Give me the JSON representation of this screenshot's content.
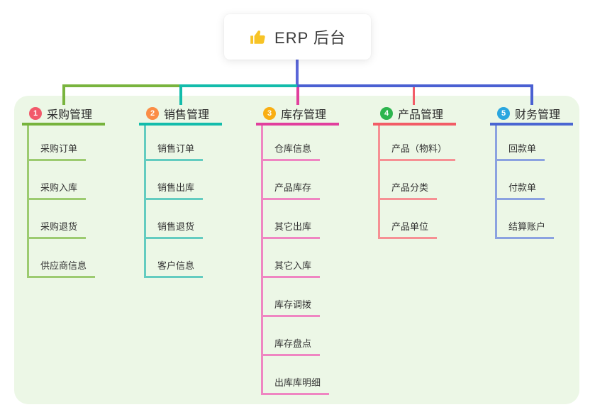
{
  "root": {
    "icon_name": "thumbs-up-icon",
    "title": "ERP 后台"
  },
  "connectors": {
    "root_line": "#5a66d8",
    "bus_green": "#79b43e",
    "bus_teal": "#13bcab",
    "bus_blue": "#4a60d2",
    "drop_magenta": "#e13f9d",
    "drop_red": "#f25d68"
  },
  "panel_color": "#ecf7e6",
  "branches": [
    {
      "badge": "1",
      "title": "采购管理",
      "badge_color": "#f2596b",
      "line_color": "#76b33c",
      "child_line_color": "#9ccb70",
      "children": [
        "采购订单",
        "采购入库",
        "采购退货",
        "供应商信息"
      ]
    },
    {
      "badge": "2",
      "title": "销售管理",
      "badge_color": "#fb8d46",
      "line_color": "#13bcab",
      "child_line_color": "#63ccc0",
      "children": [
        "销售订单",
        "销售出库",
        "销售退货",
        "客户信息"
      ]
    },
    {
      "badge": "3",
      "title": "库存管理",
      "badge_color": "#f9ae13",
      "line_color": "#e13f9d",
      "child_line_color": "#ef86c2",
      "children": [
        "仓库信息",
        "产品库存",
        "其它出库",
        "其它入库",
        "库存调拨",
        "库存盘点",
        "出库库明细"
      ]
    },
    {
      "badge": "4",
      "title": "产品管理",
      "badge_color": "#2db54e",
      "line_color": "#f25c66",
      "child_line_color": "#f69094",
      "children": [
        "产品（物料）",
        "产品分类",
        "产品单位"
      ]
    },
    {
      "badge": "5",
      "title": "财务管理",
      "badge_color": "#2aa6df",
      "line_color": "#4a66d2",
      "child_line_color": "#8ba2e0",
      "children": [
        "回款单",
        "付款单",
        "结算账户"
      ]
    }
  ]
}
